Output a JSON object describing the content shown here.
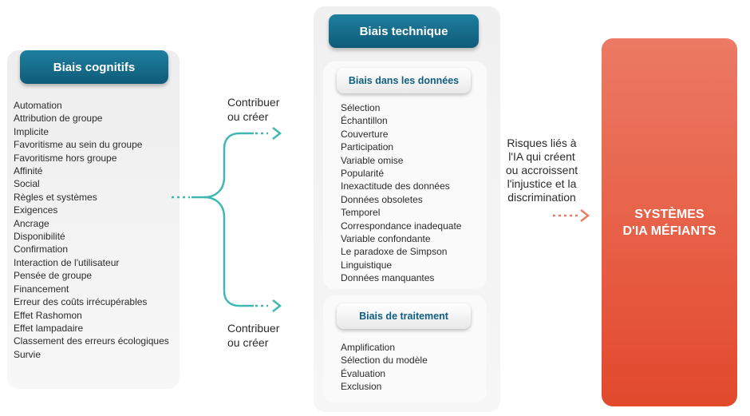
{
  "cognitive": {
    "title": "Biais cognitifs",
    "items": [
      "Automation",
      "Attribution de groupe",
      "Implicite",
      "Favoritisme au sein du groupe",
      "Favoritisme hors groupe",
      "Affinité",
      "Social",
      "Règles et systèmes",
      "Exigences",
      "Ancrage",
      "Disponibilité",
      "Confirmation",
      "Interaction de l'utilisateur",
      "Pensée de groupe",
      "Financement",
      "Erreur des coûts irrécupérables",
      "Effet Rashomon",
      "Effet lampadaire",
      "Classement des erreurs écologiques",
      "Survie"
    ]
  },
  "arrows": {
    "top_label_line1": "Contribuer",
    "top_label_line2": "ou créer",
    "bottom_label_line1": "Contribuer",
    "bottom_label_line2": "ou créer"
  },
  "technical": {
    "title": "Biais technique",
    "data_bias": {
      "title": "Biais dans les données",
      "items": [
        "Sélection",
        "Échantillon",
        "Couverture",
        "Participation",
        "Variable omise",
        "Popularité",
        "Inexactitude des données",
        "Données obsoletes",
        "Temporel",
        "Correspondance inadequate",
        "Variable confondante",
        "Le paradoxe de Simpson",
        "Linguistique",
        "Données manquantes"
      ]
    },
    "processing_bias": {
      "title": "Biais de traitement",
      "items": [
        "Amplification",
        "Sélection du modèle",
        "Évaluation",
        "Exclusion"
      ]
    }
  },
  "risk": {
    "line1": "Risques liés à",
    "line2": "l'IA qui créent",
    "line3": "ou accroissent",
    "line4": "l'injustice et la",
    "line5": "discrimination"
  },
  "result": {
    "line1": "SYSTÈMES",
    "line2": "D'IA MÉFIANTS"
  },
  "colors": {
    "teal_connector": "#3fb8b4",
    "result_orange": "#e2492d",
    "pill_blue": "#0e5b78"
  }
}
